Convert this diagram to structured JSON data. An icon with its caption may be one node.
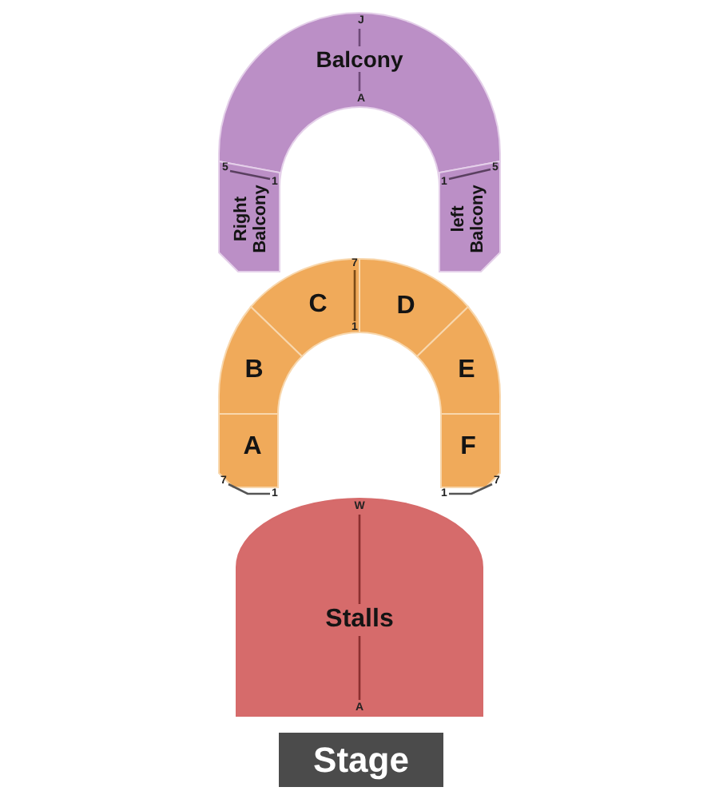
{
  "diagram": {
    "nodes": [
      {
        "text": [
          "Balcony"
        ]
      },
      {
        "text": [
          "Right Balcony"
        ]
      },
      {
        "text": [
          "left Balcony"
        ]
      },
      {
        "text": [
          "C"
        ]
      },
      {
        "text": [
          "D"
        ]
      },
      {
        "text": [
          "B"
        ]
      },
      {
        "text": [
          "E"
        ]
      },
      {
        "text": [
          "A"
        ]
      },
      {
        "text": [
          "F"
        ]
      },
      {
        "text": [
          "Stalls"
        ]
      },
      {
        "text": [
          "Stage"
        ]
      }
    ],
    "labels": [
      "J",
      "A",
      "5",
      "1",
      "1",
      "5",
      "7",
      "1",
      "7",
      "1",
      "1",
      "7",
      "W",
      "A"
    ]
  }
}
